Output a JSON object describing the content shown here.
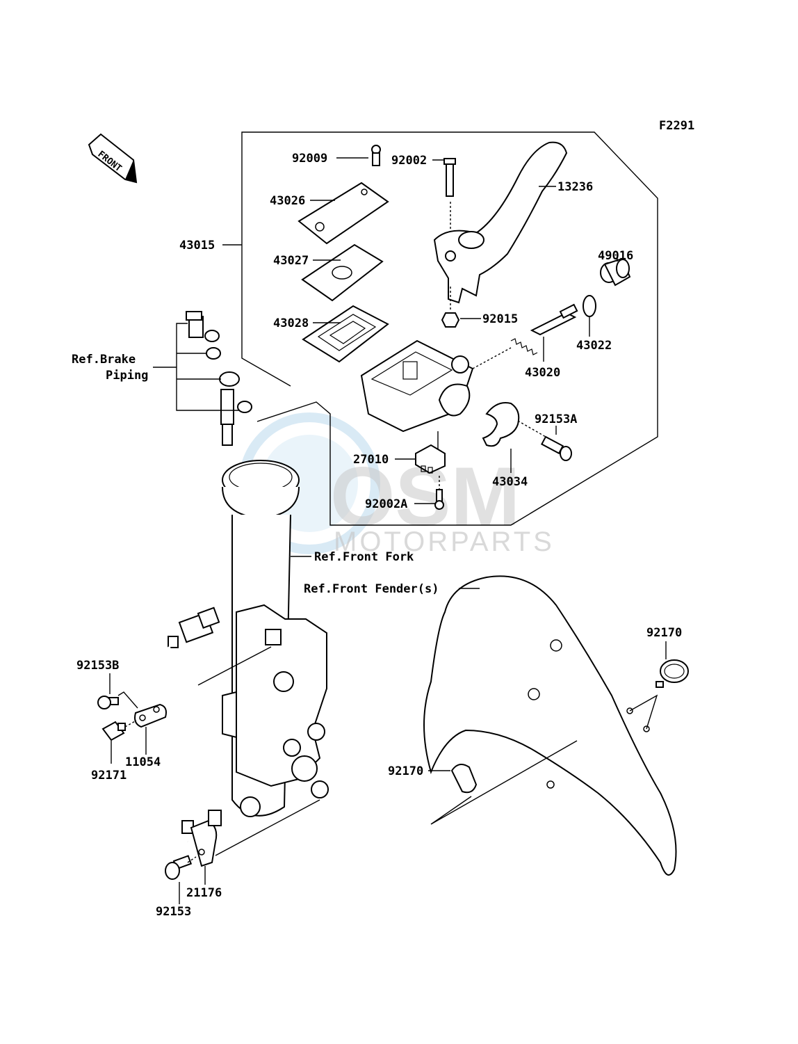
{
  "diagram_code": "F2291",
  "front_label": "FRONT",
  "watermark": {
    "main": "OSM",
    "sub": "MOTORPARTS"
  },
  "labels": {
    "p92009": "92009",
    "p92002": "92002",
    "p13236": "13236",
    "p43026": "43026",
    "p43015": "43015",
    "p43027": "43027",
    "p49016": "49016",
    "p43028": "43028",
    "p92015": "92015",
    "p43022": "43022",
    "p43020": "43020",
    "p92153A": "92153A",
    "p27010": "27010",
    "p43034": "43034",
    "p92002A": "92002A",
    "ref_brake_1": "Ref.Brake",
    "ref_brake_2": "Piping",
    "ref_front_fork": "Ref.Front Fork",
    "ref_front_fender": "Ref.Front Fender(s)",
    "p92170_top": "92170",
    "p92170_left": "92170",
    "p92153B": "92153B",
    "p11054": "11054",
    "p92171": "92171",
    "p21176": "21176",
    "p92153": "92153"
  }
}
